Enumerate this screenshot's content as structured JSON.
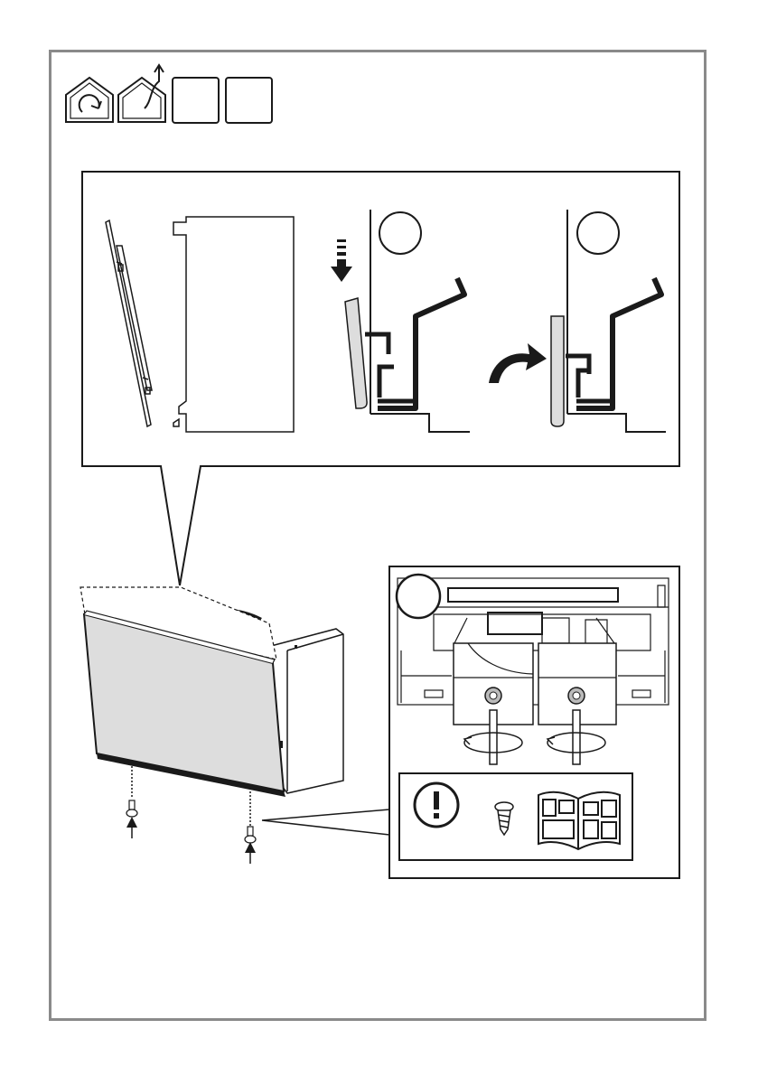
{
  "page": {
    "type": "installation-instruction-page",
    "frame_color": "#8a8a8a",
    "panel_fill": "#dddddd",
    "line_color": "#1a1a1a"
  },
  "header_icons": [
    {
      "name": "house-rotate-icon"
    },
    {
      "name": "house-exhaust-icon"
    },
    {
      "name": "empty-mode-box",
      "label": ""
    },
    {
      "name": "empty-mode-box",
      "label": ""
    }
  ],
  "callouts": {
    "step_circle_1": "",
    "step_circle_2": "",
    "step_circle_3": ""
  },
  "notice_icons": [
    "exclamation-icon",
    "screw-icon",
    "manual-book-icon"
  ]
}
